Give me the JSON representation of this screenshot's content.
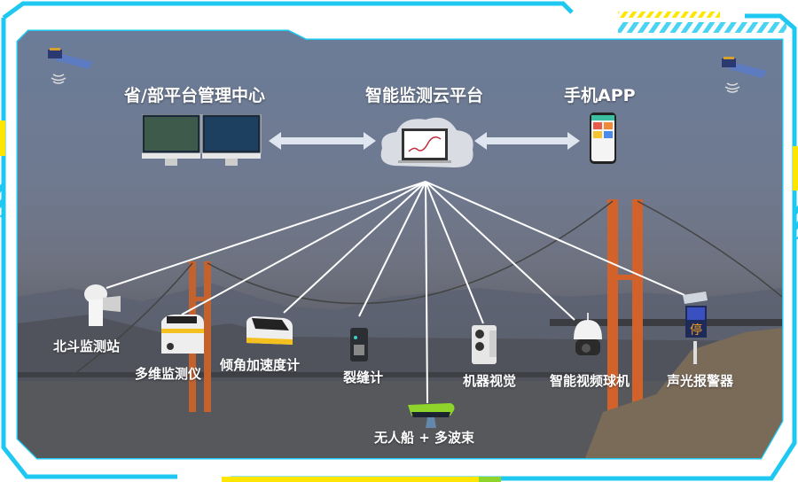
{
  "diagram": {
    "top_nodes": [
      {
        "id": "platform-center",
        "label": "省/部平台管理中心",
        "icon": "dual-monitor-icon"
      },
      {
        "id": "cloud-platform",
        "label": "智能监测云平台",
        "icon": "cloud-laptop-icon"
      },
      {
        "id": "mobile-app",
        "label": "手机APP",
        "icon": "smartphone-icon"
      }
    ],
    "links": [
      {
        "from": "platform-center",
        "to": "cloud-platform",
        "type": "bidirectional-arrow"
      },
      {
        "from": "cloud-platform",
        "to": "mobile-app",
        "type": "bidirectional-arrow"
      }
    ],
    "devices": [
      {
        "id": "beidou",
        "label": "北斗监测站",
        "icon": "gnss-station-icon"
      },
      {
        "id": "multi-dim",
        "label": "多维监测仪",
        "icon": "multi-sensor-box-icon"
      },
      {
        "id": "tilt",
        "label": "倾角加速度计",
        "icon": "tilt-sensor-box-icon"
      },
      {
        "id": "crack",
        "label": "裂缝计",
        "icon": "crack-meter-icon"
      },
      {
        "id": "usv",
        "label": "无人船 + 多波束",
        "icon": "unmanned-boat-icon"
      },
      {
        "id": "vision",
        "label": "机器视觉",
        "icon": "machine-vision-camera-icon"
      },
      {
        "id": "ptz",
        "label": "智能视频球机",
        "icon": "dome-camera-icon"
      },
      {
        "id": "alarm",
        "label": "声光报警器",
        "icon": "alarm-sign-icon"
      }
    ],
    "alarm_sign_text": "停",
    "decorations": {
      "satellites": 2,
      "background": "suspension-bridge-photo"
    }
  },
  "colors": {
    "frame_cyan": "#1ec8f0",
    "frame_yellow": "#ffe600",
    "bridge_orange": "#d2622a",
    "boat_green": "#8fd42a"
  }
}
